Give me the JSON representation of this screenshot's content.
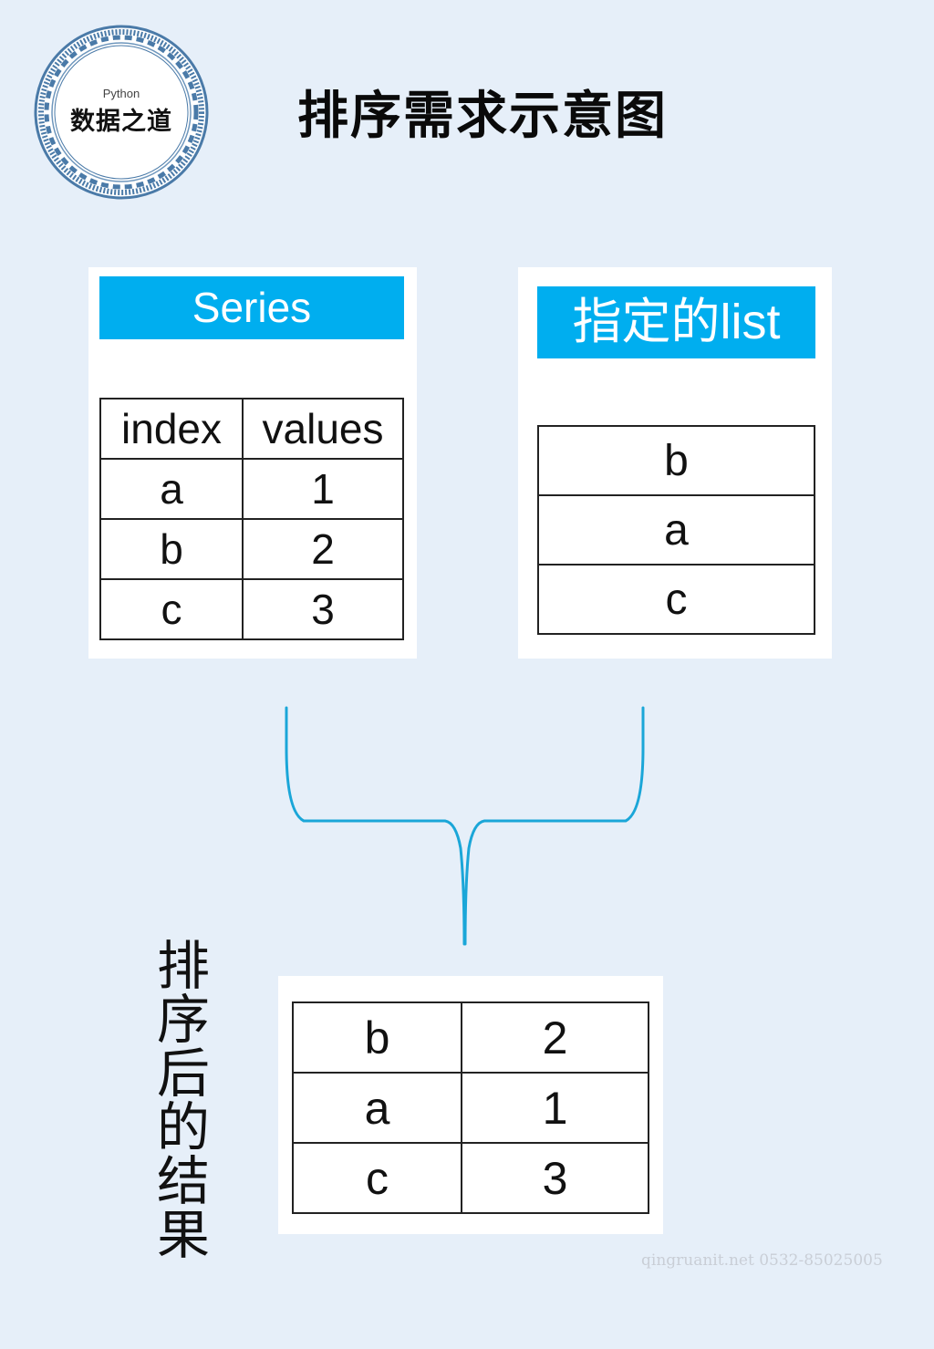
{
  "logo": {
    "top_text": "Python",
    "main_text": "数据之道",
    "ring_color": "#4a7aa8"
  },
  "title": "排序需求示意图",
  "colors": {
    "background": "#e6eff9",
    "header_fill": "#00aeef",
    "connector": "#1aa6d8",
    "panel": "#ffffff"
  },
  "series_panel": {
    "header": "Series",
    "columns": [
      "index",
      "values"
    ],
    "rows": [
      [
        "a",
        "1"
      ],
      [
        "b",
        "2"
      ],
      [
        "c",
        "3"
      ]
    ]
  },
  "list_panel": {
    "header": "指定的list",
    "items": [
      "b",
      "a",
      "c"
    ]
  },
  "result_panel": {
    "label": "排序后的结果",
    "rows": [
      [
        "b",
        "2"
      ],
      [
        "a",
        "1"
      ],
      [
        "c",
        "3"
      ]
    ]
  },
  "watermark": "qingruanit.net 0532-85025005"
}
